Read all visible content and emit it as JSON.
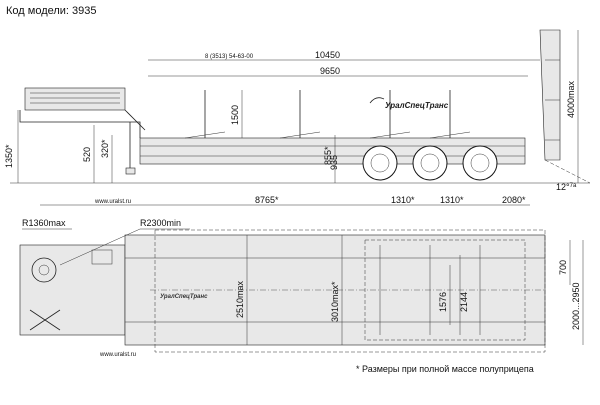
{
  "header": {
    "model_label": "Код модели: 3935"
  },
  "side_view": {
    "dims": {
      "d10450": "10450",
      "d9650": "9650",
      "d8765": "8765*",
      "d1310a": "1310*",
      "d1310b": "1310*",
      "d2080": "2080*",
      "d1500": "1500",
      "d1350": "1350*",
      "d520": "520",
      "d320": "320*",
      "d935": "935",
      "d855": "855*",
      "d4000": "4000max",
      "angle": "12°",
      "angle_sup": "7a"
    },
    "kingpin_label": "8 (3513) 54-63-00",
    "brand": "УралСпецТранс",
    "website": "www.uralst.ru"
  },
  "top_view": {
    "dims": {
      "r1360": "R1360max",
      "r2300": "R2300min",
      "w2510": "2510max",
      "w3010": "3010max*",
      "w1576": "1576",
      "w2144": "2144",
      "w700": "700",
      "w2950": "2000...2950"
    },
    "brand": "УралСпецТранс",
    "website": "www.uralst.ru"
  },
  "footnote": "* Размеры при полной массе полуприцепа"
}
